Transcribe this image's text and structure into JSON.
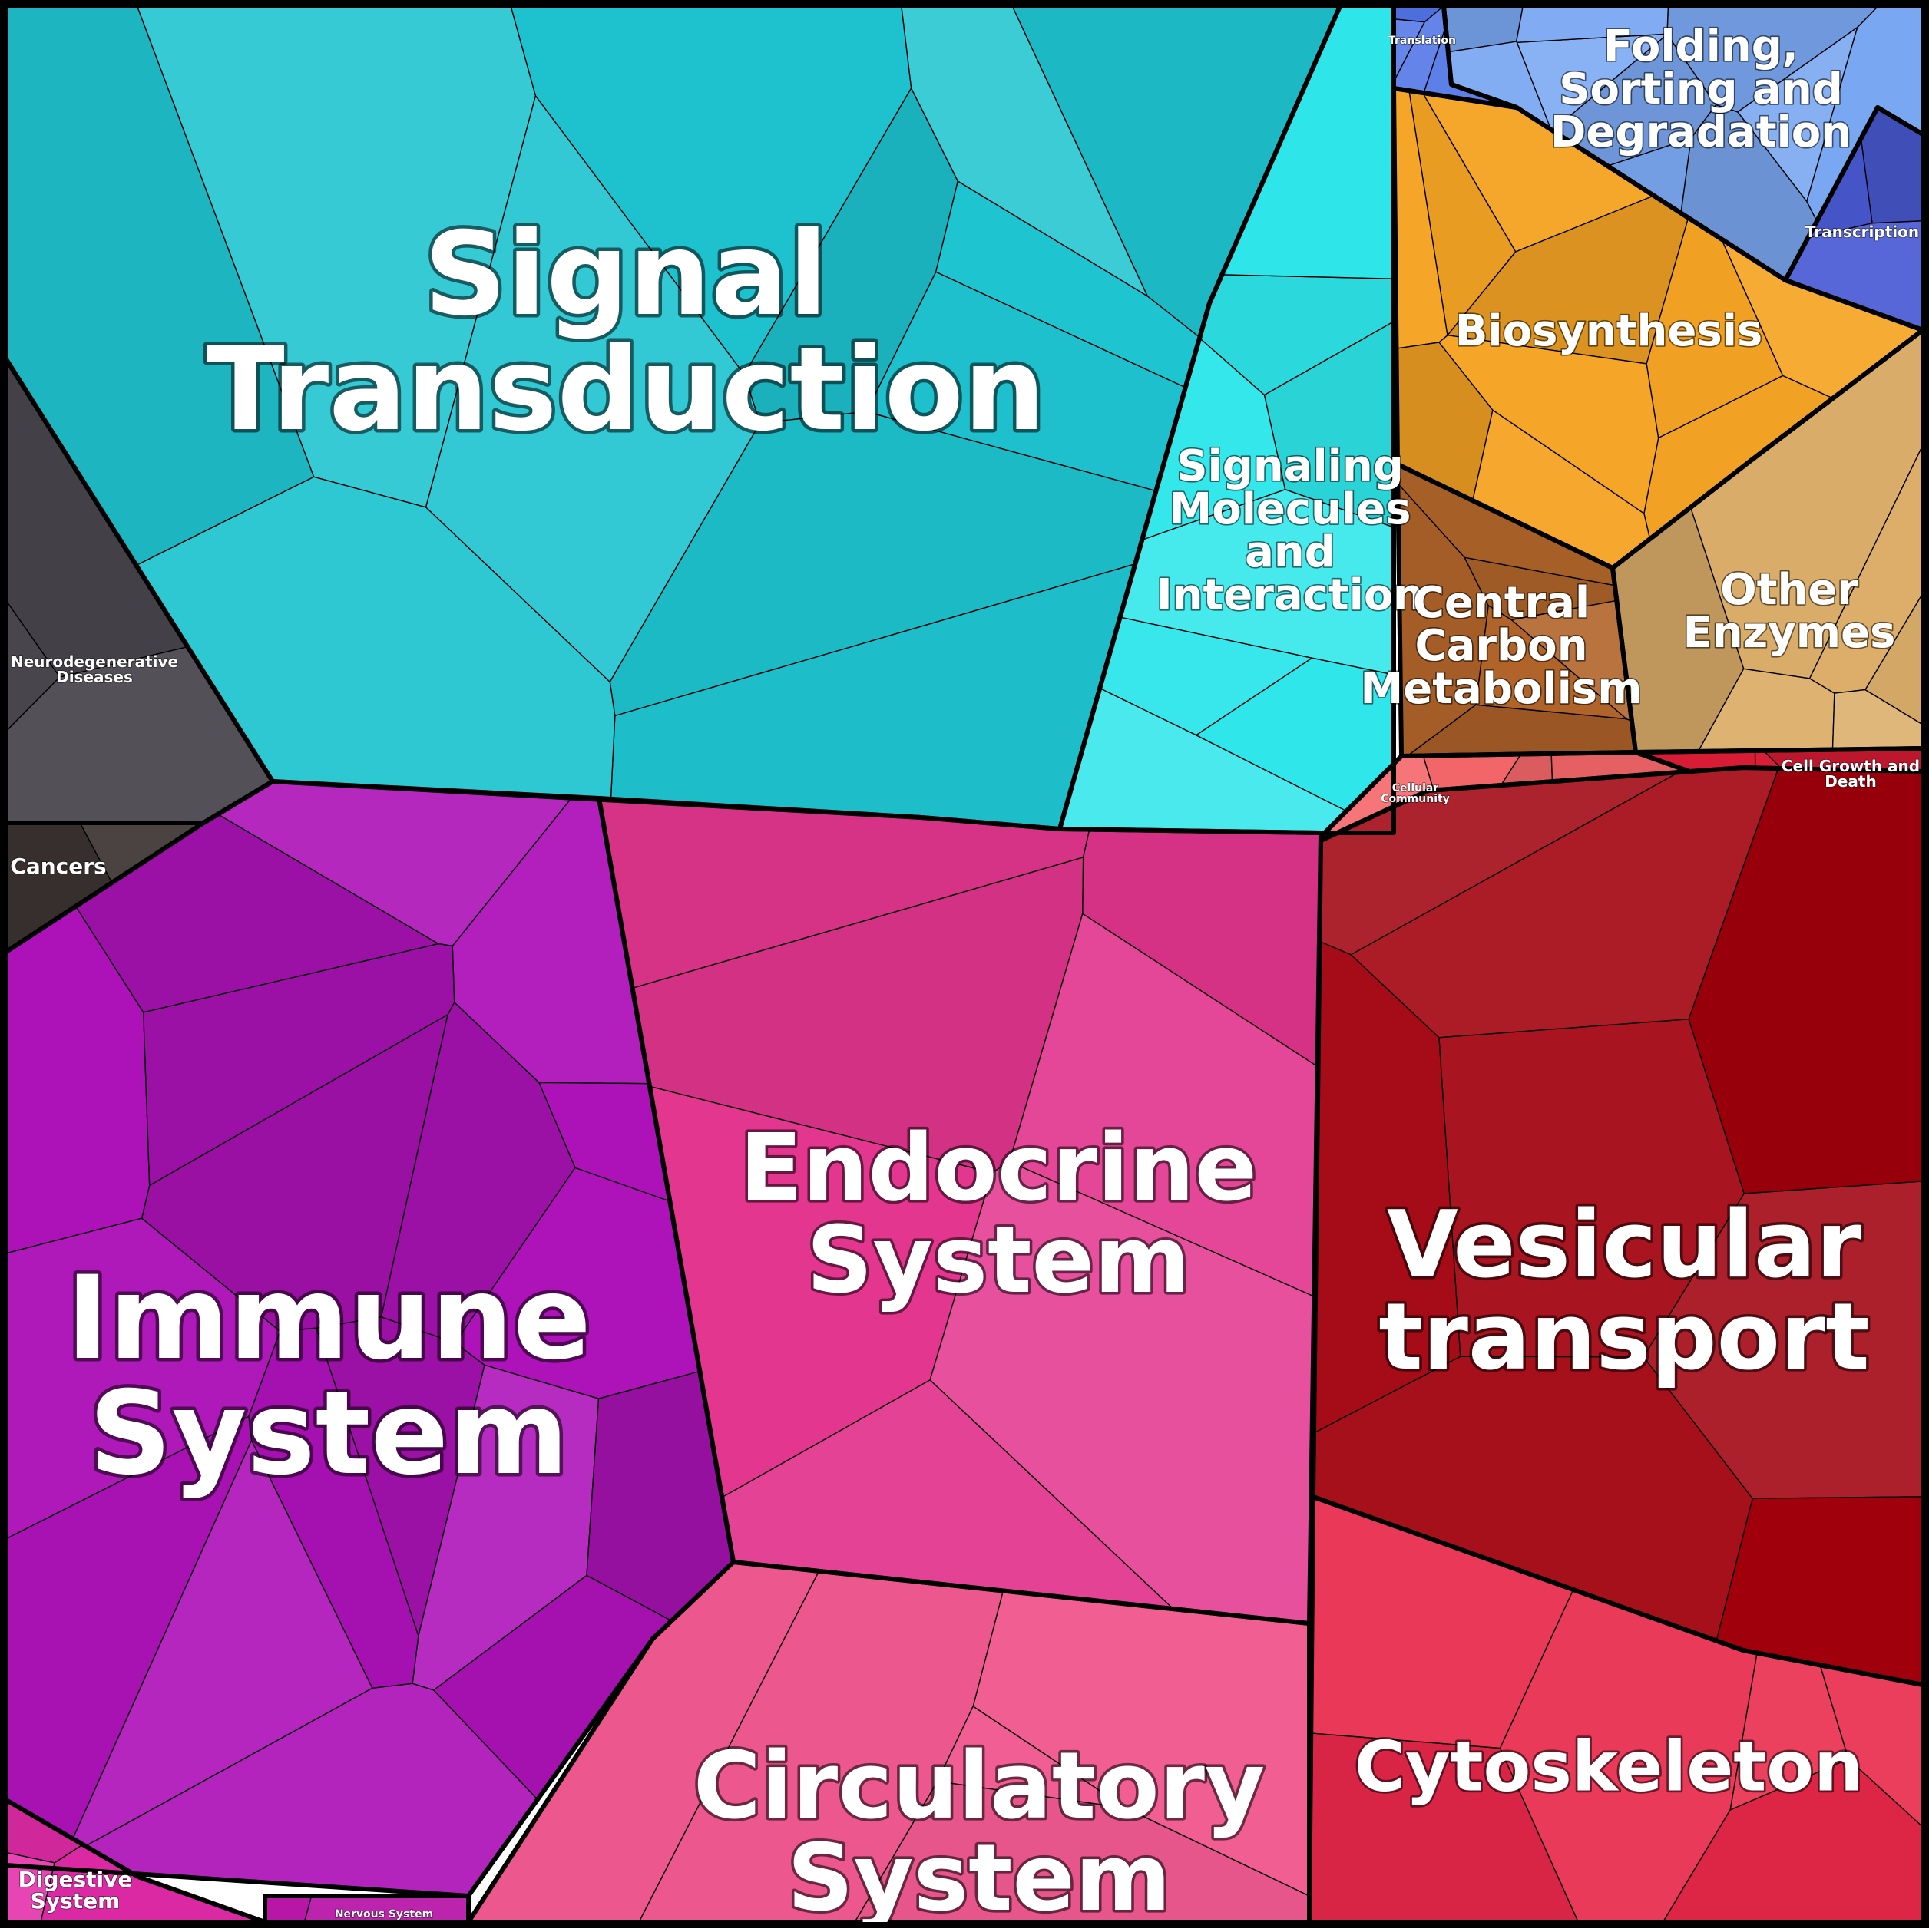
{
  "colors": {
    "signal_transduction": "#1ec4d0",
    "signaling_molecules": "#2ee6ea",
    "neurodegenerative": "#403c44",
    "cancers": "#3a3230",
    "immune_system": "#ad12b8",
    "endocrine_system": "#e2358e",
    "circulatory_system": "#f05a90",
    "vesicular_transport": "#a0000c",
    "cytoskeleton": "#e8284a",
    "biosynthesis": "#f5a424",
    "central_carbon": "#b0642a",
    "other_enzymes": "#dcae6a",
    "folding": "#7aa8f2",
    "transcription": "#4a5ad4",
    "translation": "#4f74e6",
    "cell_growth": "#d81a34",
    "cellular_community": "#f4666a",
    "digestive_system": "#e22aa8",
    "nervous_system": "#b816a8"
  },
  "regions": [
    {
      "id": "signal-transduction",
      "label": [
        "Signal",
        "Transduction"
      ],
      "color_key": "signal_transduction",
      "size": "xl"
    },
    {
      "id": "signaling-molecules",
      "label": [
        "Signaling",
        "Molecules",
        "and",
        "Interaction"
      ],
      "color_key": "signaling_molecules",
      "size": "m"
    },
    {
      "id": "neurodegenerative-diseases",
      "label": [
        "Neurodegenerative",
        "Diseases"
      ],
      "color_key": "neurodegenerative",
      "size": "s"
    },
    {
      "id": "cancers",
      "label": [
        "Cancers"
      ],
      "color_key": "cancers",
      "size": "sm"
    },
    {
      "id": "immune-system",
      "label": [
        "Immune",
        "System"
      ],
      "color_key": "immune_system",
      "size": "xl"
    },
    {
      "id": "endocrine-system",
      "label": [
        "Endocrine",
        "System"
      ],
      "color_key": "endocrine_system",
      "size": "l"
    },
    {
      "id": "circulatory-system",
      "label": [
        "Circulatory",
        "System"
      ],
      "color_key": "circulatory_system",
      "size": "l"
    },
    {
      "id": "vesicular-transport",
      "label": [
        "Vesicular",
        "transport"
      ],
      "color_key": "vesicular_transport",
      "size": "l"
    },
    {
      "id": "cytoskeleton",
      "label": [
        "Cytoskeleton"
      ],
      "color_key": "cytoskeleton",
      "size": "ml"
    },
    {
      "id": "biosynthesis",
      "label": [
        "Biosynthesis"
      ],
      "color_key": "biosynthesis",
      "size": "m"
    },
    {
      "id": "central-carbon-metabolism",
      "label": [
        "Central",
        "Carbon",
        "Metabolism"
      ],
      "color_key": "central_carbon",
      "size": "m"
    },
    {
      "id": "other-enzymes",
      "label": [
        "Other",
        "Enzymes"
      ],
      "color_key": "other_enzymes",
      "size": "m"
    },
    {
      "id": "folding-sorting-degradation",
      "label": [
        "Folding,",
        "Sorting and",
        "Degradation"
      ],
      "color_key": "folding",
      "size": "m"
    },
    {
      "id": "transcription",
      "label": [
        "Transcription"
      ],
      "color_key": "transcription",
      "size": "s"
    },
    {
      "id": "translation",
      "label": [
        "Translation"
      ],
      "color_key": "translation",
      "size": "xs"
    },
    {
      "id": "cell-growth-and-death",
      "label": [
        "Cell Growth and",
        "Death"
      ],
      "color_key": "cell_growth",
      "size": "s"
    },
    {
      "id": "cellular-community",
      "label": [
        "Cellular",
        "Community"
      ],
      "color_key": "cellular_community",
      "size": "xs"
    },
    {
      "id": "digestive-system",
      "label": [
        "Digestive",
        "System"
      ],
      "color_key": "digestive_system",
      "size": "sm"
    },
    {
      "id": "nervous-system",
      "label": [
        "Nervous System"
      ],
      "color_key": "nervous_system",
      "size": "xs"
    }
  ]
}
